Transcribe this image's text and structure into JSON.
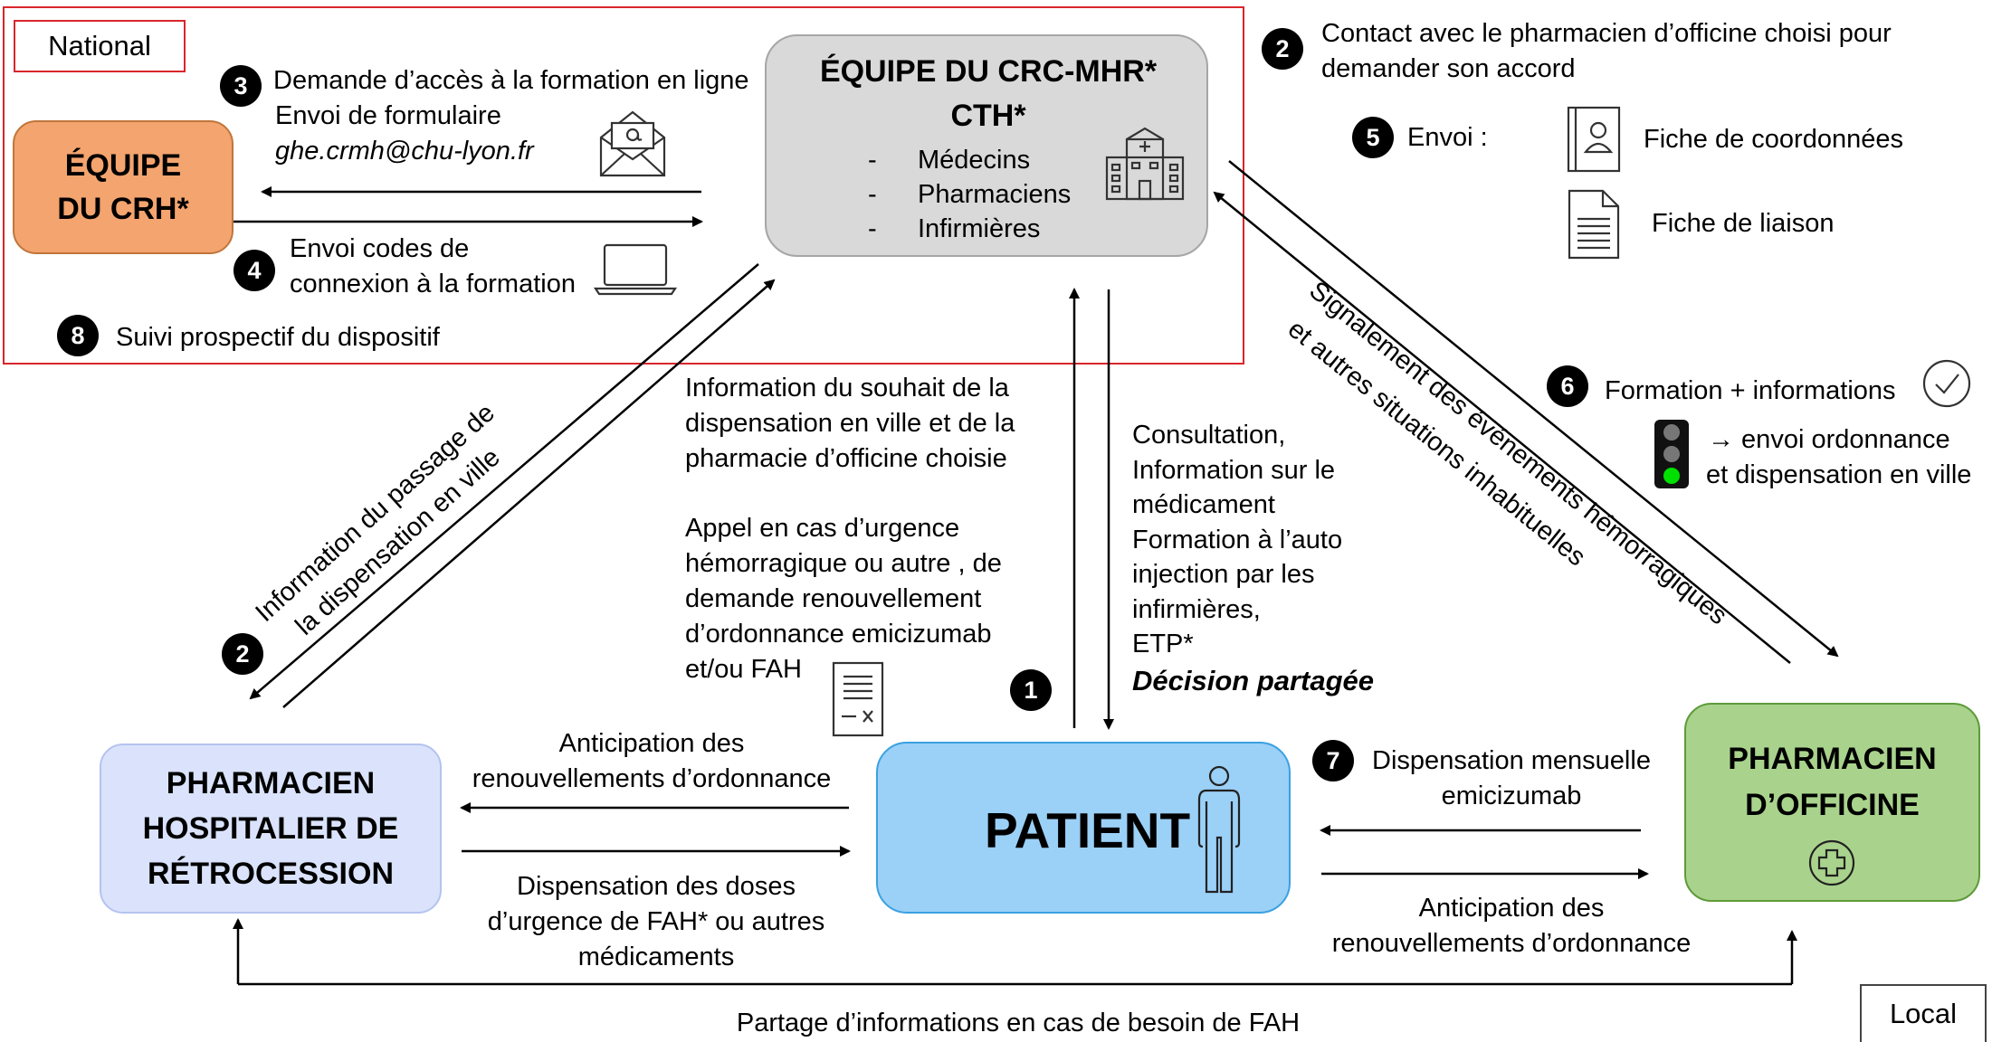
{
  "scope": {
    "national": "National",
    "local": "Local"
  },
  "nodes": {
    "crh": {
      "line1": "ÉQUIPE",
      "line2": "DU CRH*"
    },
    "crc": {
      "line1": "ÉQUIPE DU CRC-MHR*",
      "line2": "CTH*",
      "members": [
        "Médecins",
        "Pharmaciens",
        "Infirmières"
      ],
      "bullet": "-"
    },
    "hospital_pharmacist": {
      "line1": "PHARMACIEN",
      "line2": "HOSPITALIER DE",
      "line3": "RÉTROCESSION"
    },
    "patient": {
      "label": "PATIENT"
    },
    "officine": {
      "line1": "PHARMACIEN",
      "line2": "D’OFFICINE"
    }
  },
  "steps": {
    "s1": "1",
    "s2a": "2",
    "s2b": "2",
    "s3": "3",
    "s4": "4",
    "s5": "5",
    "s6": "6",
    "s7": "7",
    "s8": "8"
  },
  "labels": {
    "step3_line1": "Demande d’accès à la formation en ligne",
    "step3_line2": "Envoi de formulaire",
    "step3_email": "ghe.crmh@chu-lyon.fr",
    "step4_line1": "Envoi codes de",
    "step4_line2": "connexion à la formation",
    "step8": "Suivi prospectif du dispositif",
    "step2_right_line1": "Contact avec le pharmacien d’officine choisi pour",
    "step2_right_line2": "demander son accord",
    "step5": "Envoi :",
    "doc_contact": "Fiche de coordonnées",
    "doc_liaison": "Fiche de liaison",
    "step6": "Formation  + informations",
    "traffic_line1": "→ envoi ordonnance",
    "traffic_line2": "et dispensation en ville",
    "signal_line1": "Signalement des événements hémorragiques",
    "signal_line2": "et autres situations inhabituelles",
    "info_passage_line1": "Information du passage de",
    "info_passage_line2": "la dispensation en ville",
    "info_souhait": [
      "Information du souhait de la",
      "dispensation en ville et de la",
      "pharmacie d’officine choisie"
    ],
    "appel": [
      "Appel en cas d’urgence",
      "hémorragique ou autre , de",
      "demande renouvellement",
      "d’ordonnance emicizumab",
      "et/ou FAH"
    ],
    "consultation": [
      "Consultation,",
      "Information sur le",
      "médicament",
      "Formation à l’auto",
      "injection par les",
      "infirmières,",
      "ETP*"
    ],
    "decision": "Décision partagée",
    "anticipation_left_line1": "Anticipation des",
    "anticipation_left_line2": "renouvellements d’ordonnance",
    "dispensation_doses": [
      "Dispensation des doses",
      "d’urgence de FAH* ou autres",
      "médicaments"
    ],
    "step7_line1": "Dispensation mensuelle",
    "step7_line2": "emicizumab",
    "anticipation_right_line1": "Anticipation des",
    "anticipation_right_line2": "renouvellements d’ordonnance",
    "partage": "Partage d’informations en cas de besoin de FAH"
  },
  "colors": {
    "national_border": "#d9262b",
    "crh_fill": "#f4a46e",
    "crh_border": "#c0763c",
    "crc_fill": "#d9d9d9",
    "crc_border": "#a6a6a6",
    "hospital_fill": "#dae3fb",
    "hospital_border": "#b4c3ef",
    "patient_fill": "#9bd0f7",
    "patient_border": "#3aa1e0",
    "officine_fill": "#a9d38c",
    "officine_border": "#5e9a3a",
    "traffic_green": "#00e000",
    "traffic_gray": "#777777"
  },
  "icons": [
    "email-icon",
    "laptop-icon",
    "hospital-icon",
    "contact-card-icon",
    "document-icon",
    "check-circle-icon",
    "traffic-light-icon",
    "prescription-icon",
    "person-icon",
    "pharmacy-cross-icon"
  ]
}
